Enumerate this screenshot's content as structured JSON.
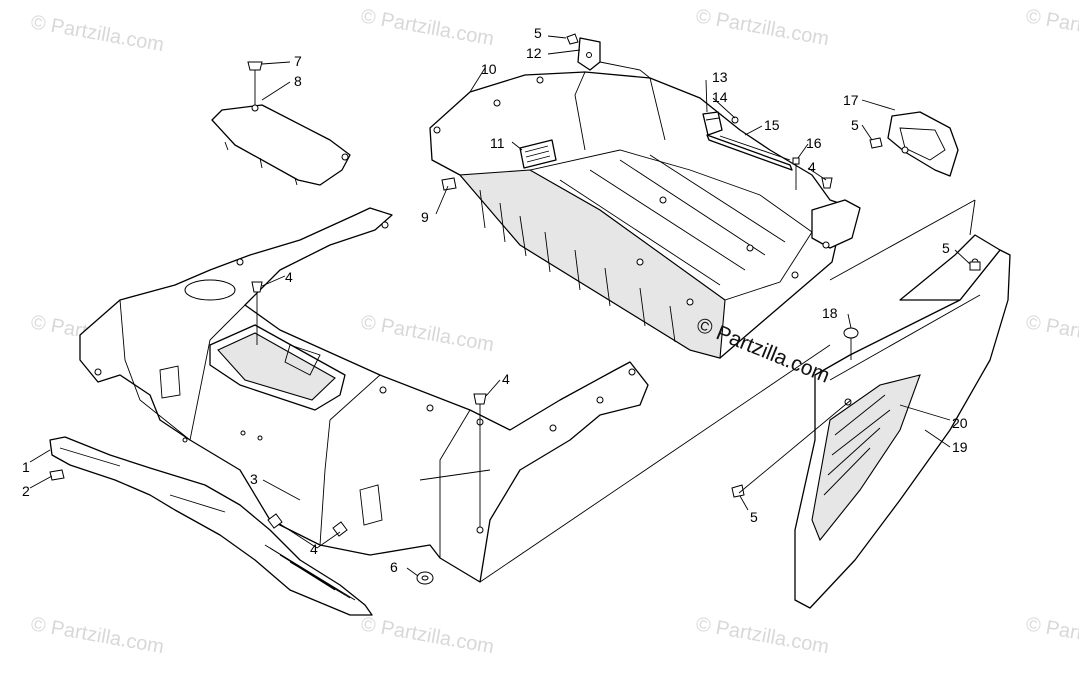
{
  "watermark": {
    "text": "© Partzilla.com",
    "center_text": "© Partzilla.com"
  },
  "callouts": {
    "c1": "1",
    "c2": "2",
    "c3": "3",
    "c4a": "4",
    "c4b": "4",
    "c4c": "4",
    "c4d": "4",
    "c5a": "5",
    "c5b": "5",
    "c5c": "5",
    "c5d": "5",
    "c6": "6",
    "c7": "7",
    "c8": "8",
    "c9": "9",
    "c10": "10",
    "c11": "11",
    "c12": "12",
    "c13": "13",
    "c14": "14",
    "c15": "15",
    "c16": "16",
    "c17": "17",
    "c18": "18",
    "c19": "19",
    "c20": "20"
  }
}
